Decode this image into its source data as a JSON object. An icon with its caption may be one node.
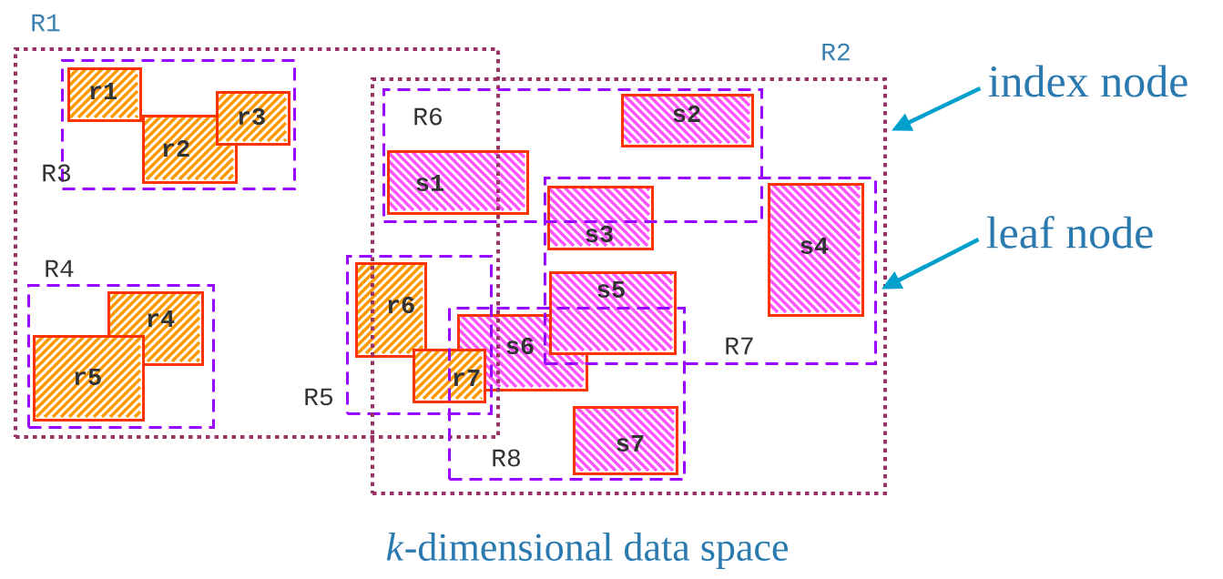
{
  "diagram": {
    "caption": "*k*-dimensional data space",
    "nodes": [
      {
        "text": [
          "R1"
        ]
      },
      {
        "text": [
          "R3"
        ],
        "in": 0
      },
      {
        "text": [
          "r1"
        ],
        "in": 1
      },
      {
        "text": [
          "r2"
        ],
        "in": 1
      },
      {
        "text": [
          "r3"
        ],
        "in": 1
      },
      {
        "text": [
          "R4"
        ],
        "in": 0
      },
      {
        "text": [
          "r4"
        ],
        "in": 5
      },
      {
        "text": [
          "r5"
        ],
        "in": 5
      },
      {
        "text": [
          "R5"
        ],
        "in": 0
      },
      {
        "text": [
          "r6"
        ],
        "in": 8
      },
      {
        "text": [
          "r7"
        ],
        "in": 8
      },
      {
        "text": [
          "R2"
        ]
      },
      {
        "text": [
          "R6"
        ],
        "in": 11
      },
      {
        "text": [
          "s1"
        ],
        "in": 12
      },
      {
        "text": [
          "s2"
        ],
        "in": 12
      },
      {
        "text": [
          "R7"
        ],
        "in": 11
      },
      {
        "text": [
          "s3"
        ],
        "in": 15
      },
      {
        "text": [
          "s4"
        ],
        "in": 15
      },
      {
        "text": [
          "s5"
        ],
        "in": 15
      },
      {
        "text": [
          "s6"
        ],
        "in": 20
      },
      {
        "text": [
          "R8"
        ],
        "in": 11
      },
      {
        "text": [
          "s7"
        ],
        "in": 20
      },
      {
        "text": [
          "index node"
        ]
      },
      {
        "text": [
          "leaf node"
        ]
      }
    ],
    "edges": [
      {
        "from": 22,
        "to": 11,
        "arrow": "to"
      },
      {
        "from": 23,
        "to": 15,
        "arrow": "to"
      }
    ]
  }
}
